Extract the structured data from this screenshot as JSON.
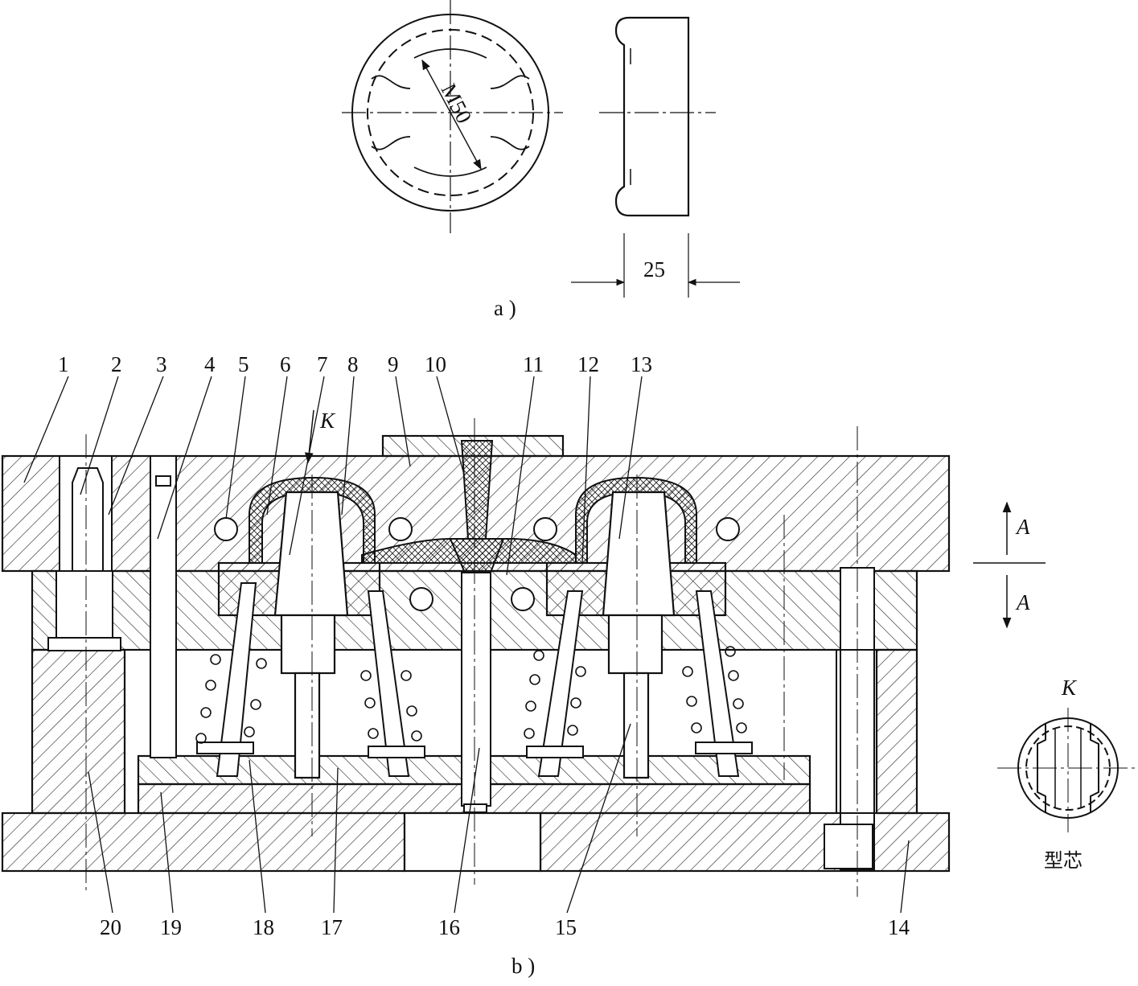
{
  "part_view": {
    "dimension_diameter": "M50",
    "dimension_width": "25",
    "caption": "a )"
  },
  "mold_view": {
    "caption": "b )",
    "view_marker": "K",
    "section_marker_top": "A",
    "section_marker_bottom": "A",
    "detail_title": "K",
    "detail_caption": "型芯",
    "top_labels": [
      "1",
      "2",
      "3",
      "4",
      "5",
      "6",
      "7",
      "8",
      "9",
      "10",
      "11",
      "12",
      "13"
    ],
    "bottom_labels": [
      "20",
      "19",
      "18",
      "17",
      "16",
      "15",
      "14"
    ]
  },
  "colors": {
    "line": "#111111",
    "background": "#ffffff"
  }
}
